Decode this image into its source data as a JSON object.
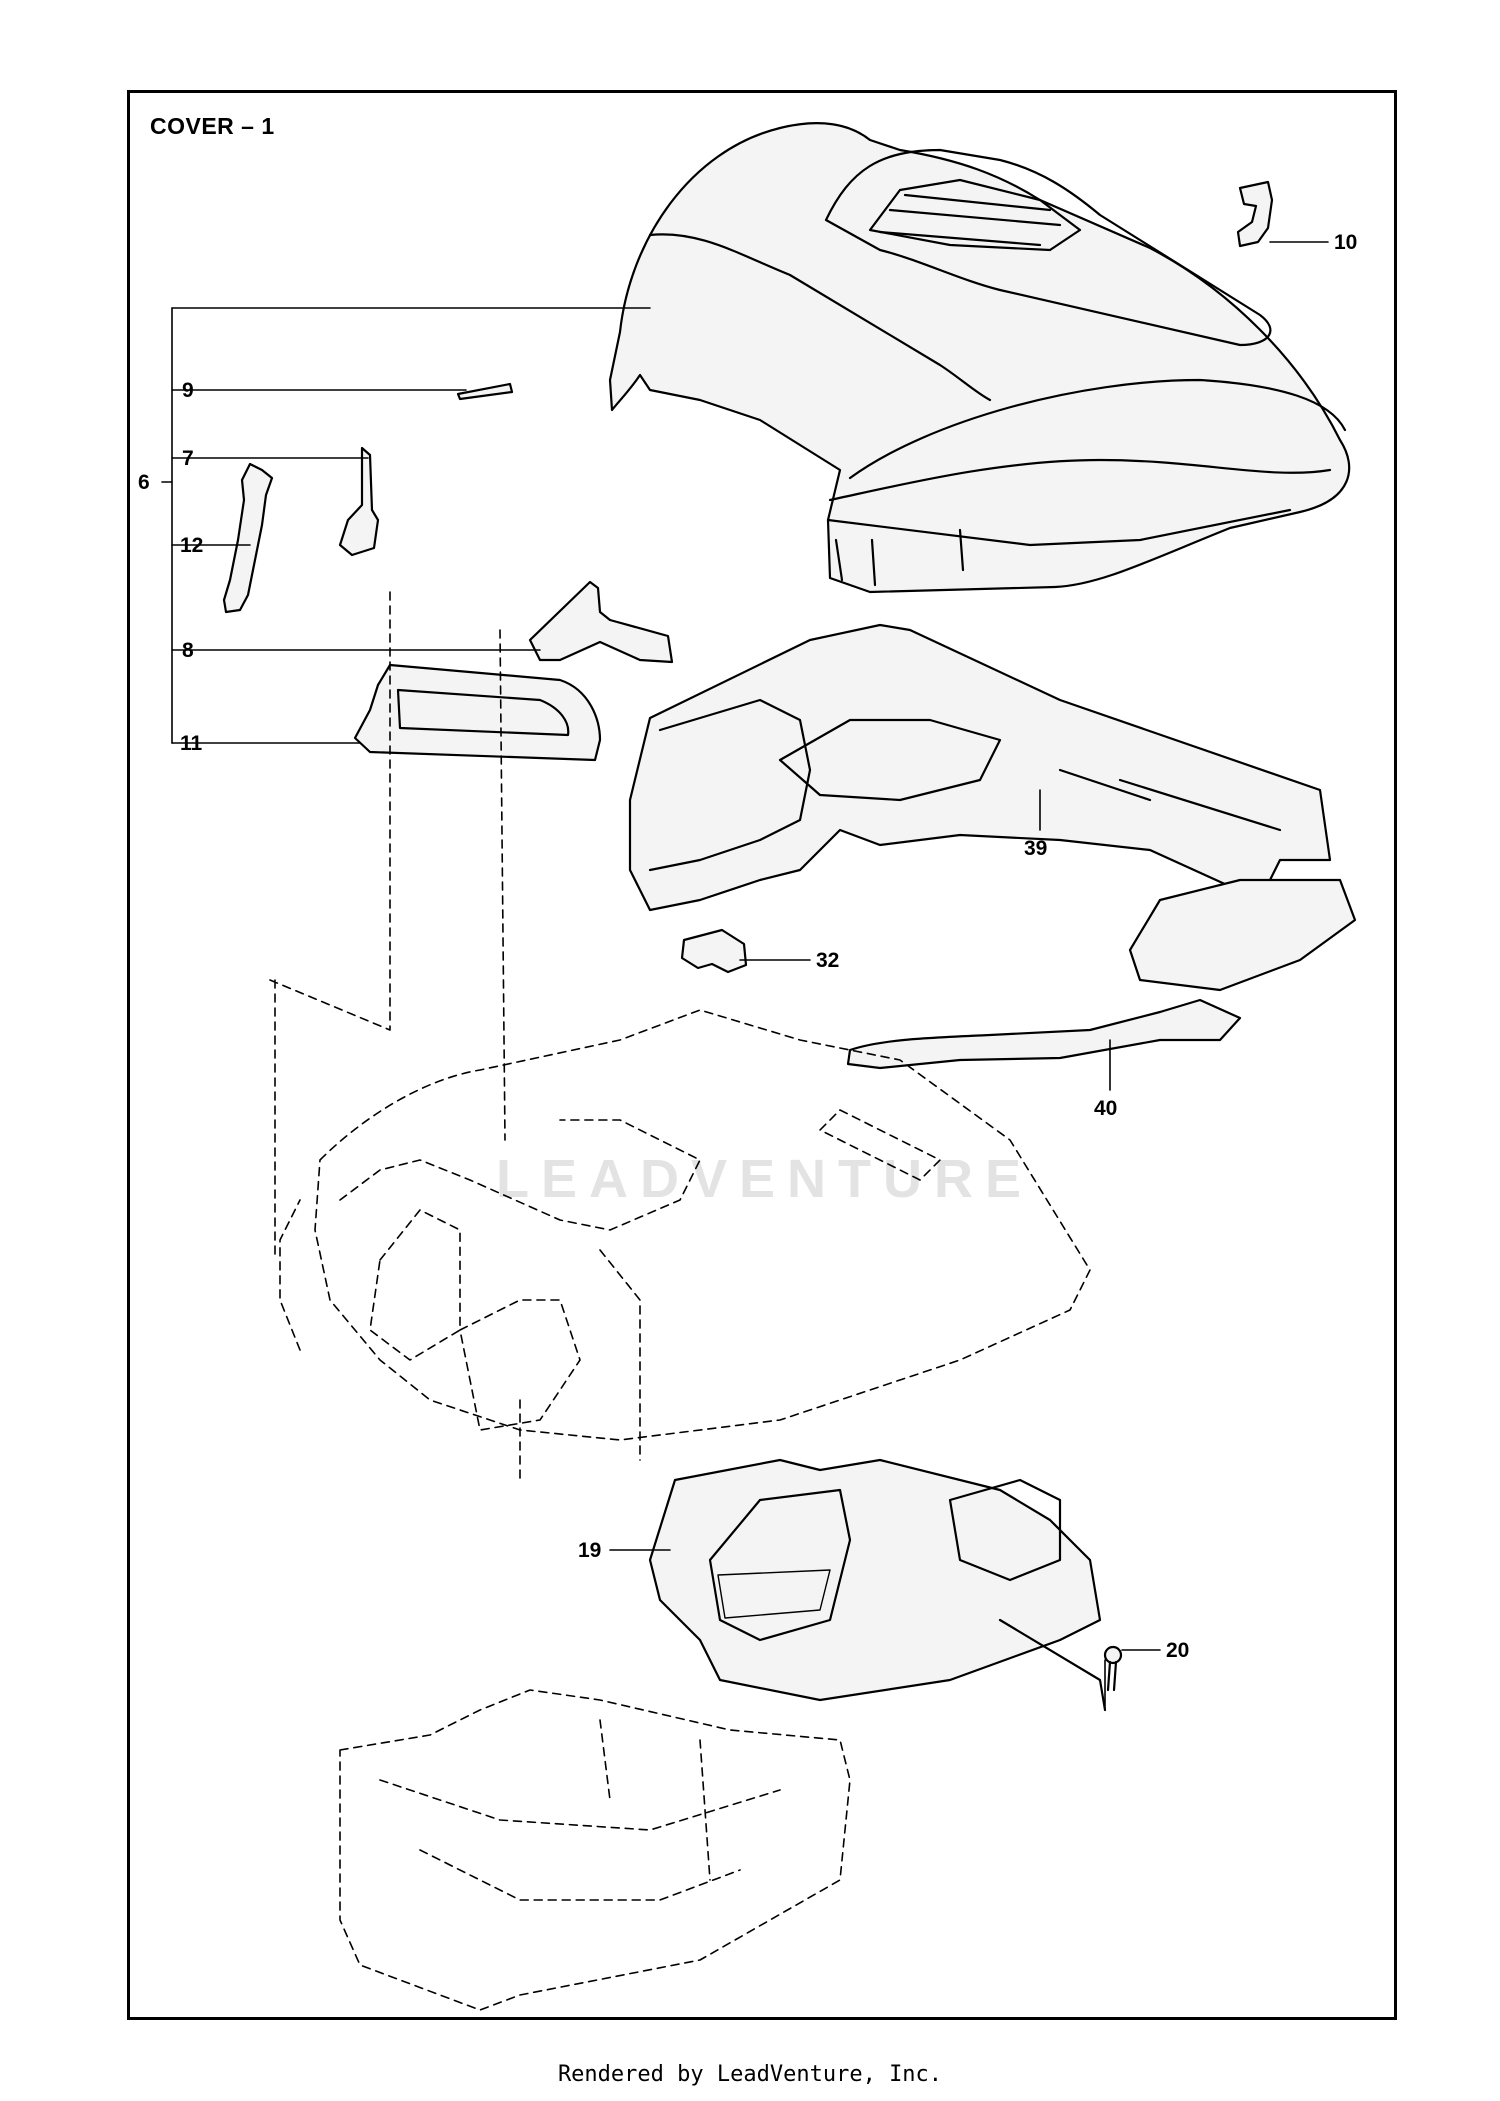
{
  "diagram": {
    "title": "COVER – 1",
    "watermark": "LEADVENTURE",
    "callouts": {
      "c6": "6",
      "c7": "7",
      "c8": "8",
      "c9": "9",
      "c10": "10",
      "c11": "11",
      "c12": "12",
      "c19": "19",
      "c20": "20",
      "c32": "32",
      "c39": "39",
      "c40": "40"
    }
  },
  "footer": {
    "text": "Rendered by LeadVenture, Inc."
  },
  "colors": {
    "line": "#000000",
    "watermark": "#e3e3e3",
    "part_fill": "#f4f4f4"
  }
}
